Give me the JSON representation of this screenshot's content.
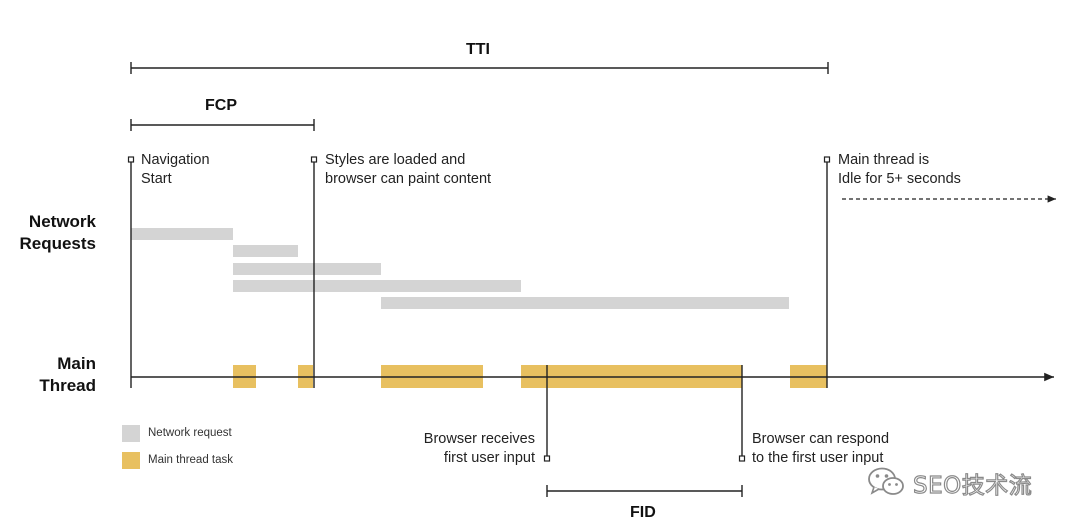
{
  "colors": {
    "network": "#d4d4d4",
    "task": "#e8c060",
    "line": "#222222"
  },
  "metrics": {
    "tti": "TTI",
    "fcp": "FCP",
    "fid": "FID"
  },
  "rows": {
    "network": "Network\nRequests",
    "main": "Main\nThread"
  },
  "markers": {
    "nav_start": "Navigation\nStart",
    "styles_loaded": "Styles are loaded and\nbrowser can paint content",
    "idle": "Main thread is\nIdle for 5+ seconds",
    "receives_input": "Browser receives\nfirst user input",
    "can_respond": "Browser can respond\nto the first user input"
  },
  "legend": {
    "network": "Network request",
    "task": "Main thread task"
  },
  "watermark": {
    "text": "SEO技术流",
    "icon": "wechat-icon"
  }
}
